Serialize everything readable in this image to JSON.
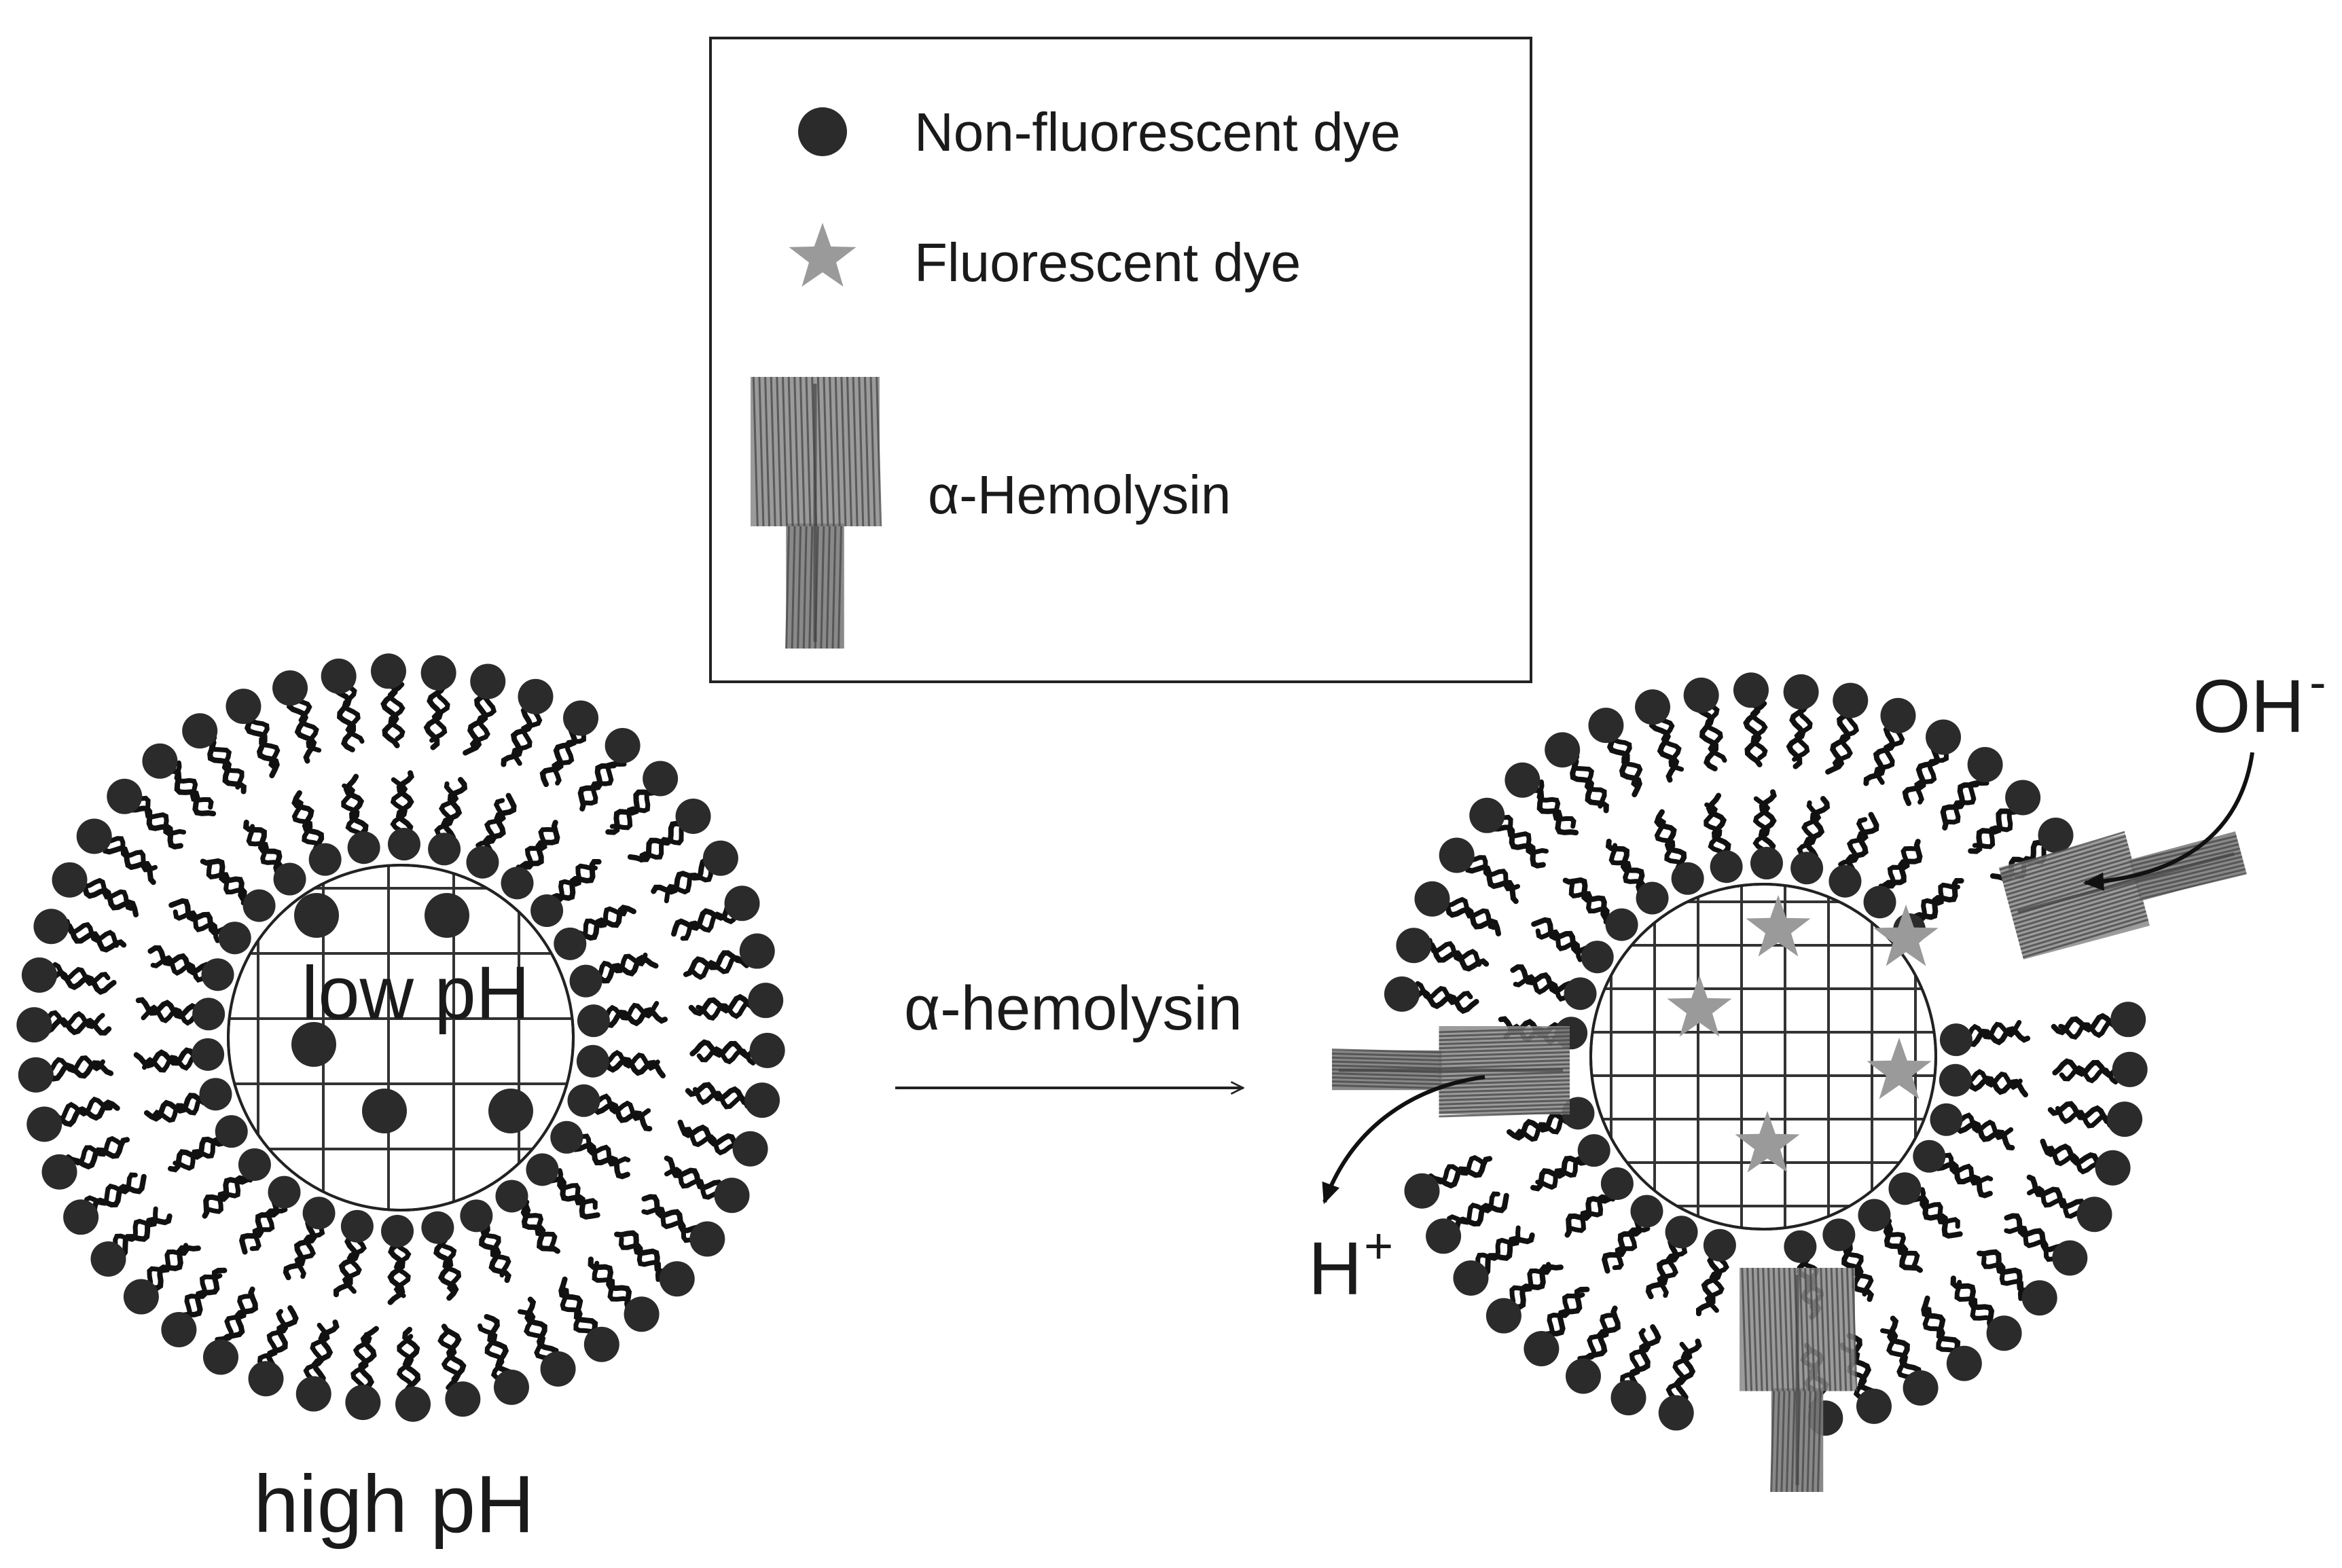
{
  "legend": {
    "items": [
      {
        "icon": "dark-circle",
        "label": "Non-fluorescent dye"
      },
      {
        "icon": "gray-star",
        "label": "Fluorescent dye"
      },
      {
        "icon": "hemolysin-pore",
        "label": "α-Hemolysin"
      }
    ]
  },
  "left_vesicle": {
    "inner_label": "low pH",
    "outer_label": "high pH"
  },
  "arrow": {
    "label": "α-hemolysin"
  },
  "right_vesicle": {
    "hydroxide_base": "OH",
    "hydroxide_charge": "-",
    "proton_base": "H",
    "proton_charge": "+"
  },
  "colors": {
    "lipid_head": "#2b2b2b",
    "lipid_tail": "#111111",
    "star": "#9a9a9a",
    "pore": "#6e6e6e",
    "frame": "#222222",
    "grid": "#333333"
  }
}
